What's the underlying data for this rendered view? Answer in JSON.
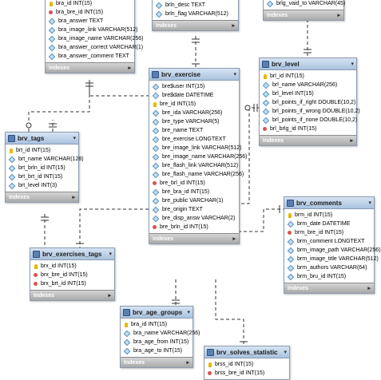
{
  "tables": {
    "bra": {
      "columns": [
        {
          "text": "bra_id INT(15)",
          "kind": "pk"
        },
        {
          "text": "bra_bre_id INT(15)",
          "kind": "fk"
        },
        {
          "text": "bra_answer TEXT",
          "kind": "attr"
        },
        {
          "text": "bra_image_link VARCHAR(512)",
          "kind": "attr"
        },
        {
          "text": "bra_image_name VARCHAR(256)",
          "kind": "attr"
        },
        {
          "text": "bra_answer_correct VARCHAR(1)",
          "kind": "attr"
        },
        {
          "text": "bra_answer_comment TEXT",
          "kind": "attr"
        }
      ],
      "footer": "Indexes"
    },
    "brln": {
      "columns": [
        {
          "text": "brln_desc TEXT",
          "kind": "attr"
        },
        {
          "text": "brln_flag VARCHAR(512)",
          "kind": "attr"
        }
      ],
      "footer": "Indexes"
    },
    "brlg": {
      "columns": [
        {
          "text": "brlg_vaid_to VARCHAR(45)",
          "kind": "attr"
        }
      ],
      "footer": "Indexes"
    },
    "brv_level": {
      "title": "brv_level",
      "columns": [
        {
          "text": "brl_id INT(15)",
          "kind": "pk"
        },
        {
          "text": "brl_name VARCHAR(256)",
          "kind": "attr"
        },
        {
          "text": "brl_level INT(15)",
          "kind": "attr"
        },
        {
          "text": "brl_points_if_right DOUBLE(10,2)",
          "kind": "attr"
        },
        {
          "text": "brl_points_if_wrong DOUBLE(10,2)",
          "kind": "attr"
        },
        {
          "text": "brl_points_if_none DOUBLE(10,2)",
          "kind": "attr"
        },
        {
          "text": "brl_brlg_id INT(15)",
          "kind": "fk"
        }
      ],
      "footer": "Indexes"
    },
    "brv_exercise": {
      "title": "brv_exercise",
      "columns": [
        {
          "text": "bre$user INT(15)",
          "kind": "attr"
        },
        {
          "text": "bre$date DATETIME",
          "kind": "attr"
        },
        {
          "text": "bre_id INT(15)",
          "kind": "pk"
        },
        {
          "text": "bre_ida VARCHAR(256)",
          "kind": "attr"
        },
        {
          "text": "bre_type VARCHAR(5)",
          "kind": "attr"
        },
        {
          "text": "bre_name TEXT",
          "kind": "attr"
        },
        {
          "text": "bre_exercise LONGTEXT",
          "kind": "attr"
        },
        {
          "text": "bre_image_link VARCHAR(512)",
          "kind": "attr"
        },
        {
          "text": "bre_image_name VARCHAR(256)",
          "kind": "attr"
        },
        {
          "text": "bre_flash_link VARCHAR(512)",
          "kind": "attr"
        },
        {
          "text": "bre_flash_name VARCHAR(256)",
          "kind": "attr"
        },
        {
          "text": "bre_brl_id INT(15)",
          "kind": "fk"
        },
        {
          "text": "bre_bra_id INT(15)",
          "kind": "attr"
        },
        {
          "text": "bre_public VARCHAR(1)",
          "kind": "attr"
        },
        {
          "text": "bre_origin TEXT",
          "kind": "attr"
        },
        {
          "text": "bre_disp_answ VARCHAR(2)",
          "kind": "attr"
        },
        {
          "text": "bre_brln_id INT(15)",
          "kind": "fk"
        }
      ],
      "footer": "Indexes"
    },
    "brv_tags": {
      "title": "brv_tags",
      "columns": [
        {
          "text": "brt_id INT(15)",
          "kind": "pk"
        },
        {
          "text": "brt_name VARCHAR(128)",
          "kind": "attr"
        },
        {
          "text": "brt_brln_id INT(15)",
          "kind": "attr"
        },
        {
          "text": "brt_brt_id INT(15)",
          "kind": "attr"
        },
        {
          "text": "brt_level INT(3)",
          "kind": "attr"
        }
      ],
      "footer": "Indexes"
    },
    "brv_comments": {
      "title": "brv_comments",
      "columns": [
        {
          "text": "brm_id INT(15)",
          "kind": "pk"
        },
        {
          "text": "brm_date DATETIME",
          "kind": "attr"
        },
        {
          "text": "brm_bre_id INT(15)",
          "kind": "fk"
        },
        {
          "text": "brm_comment LONGTEXT",
          "kind": "attr"
        },
        {
          "text": "brm_image_path VARCHAR(256)",
          "kind": "attr"
        },
        {
          "text": "brm_image_title VARCHAR(512)",
          "kind": "attr"
        },
        {
          "text": "brm_authors VARCHAR(64)",
          "kind": "attr"
        },
        {
          "text": "brm_bru_id INT(15)",
          "kind": "attr"
        }
      ],
      "footer": "Indexes"
    },
    "brv_exercises_tags": {
      "title": "brv_exercises_tags",
      "columns": [
        {
          "text": "brx_id INT(15)",
          "kind": "pk"
        },
        {
          "text": "brx_bre_id INT(15)",
          "kind": "fk"
        },
        {
          "text": "brx_brt_id INT(15)",
          "kind": "fk"
        }
      ],
      "footer": "Indexes"
    },
    "brv_age_groups": {
      "title": "brv_age_groups",
      "columns": [
        {
          "text": "bra_id INT(15)",
          "kind": "pk"
        },
        {
          "text": "bra_name VARCHAR(256)",
          "kind": "attr"
        },
        {
          "text": "bra_age_from INT(15)",
          "kind": "attr"
        },
        {
          "text": "bra_age_to INT(15)",
          "kind": "attr"
        }
      ],
      "footer": "Indexes"
    },
    "brv_solves_statistic": {
      "title": "brv_solves_statistic",
      "columns": [
        {
          "text": "brss_id INT(15)",
          "kind": "pk"
        },
        {
          "text": "brss_bre_id INT(15)",
          "kind": "fk"
        }
      ],
      "footer": "Indexes"
    }
  }
}
